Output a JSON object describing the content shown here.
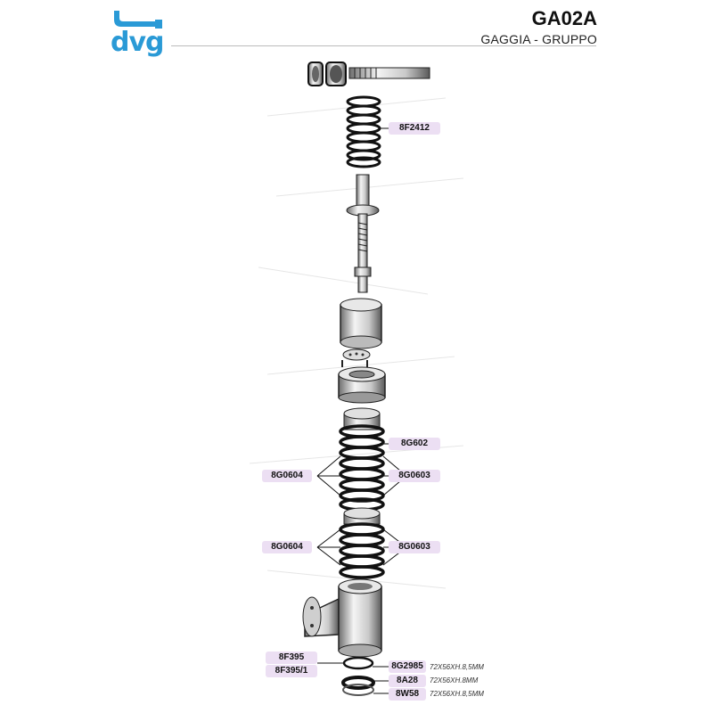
{
  "header": {
    "logo_text": "dvg",
    "code": "GA02A",
    "subtitle": "GAGGIA - GRUPPO"
  },
  "callouts": {
    "spring_top": "8F2412",
    "ring_upper": "8G602",
    "left_upper": "8G0604",
    "right_upper": "8G0603",
    "left_lower": "8G0604",
    "right_lower": "8G0603",
    "left_gasket_a": "8F395",
    "left_gasket_b": "8F395/1",
    "gasket_1": "8G2985",
    "gasket_2": "8A28",
    "gasket_3": "8W58"
  },
  "specs": {
    "gasket_1": "72X56XH.8,5MM",
    "gasket_2": "72X56XH.8MM",
    "gasket_3": "72X56XH.8,5MM"
  },
  "colors": {
    "brand": "#2a9ad6",
    "tag_fill": "#ecdff3"
  }
}
